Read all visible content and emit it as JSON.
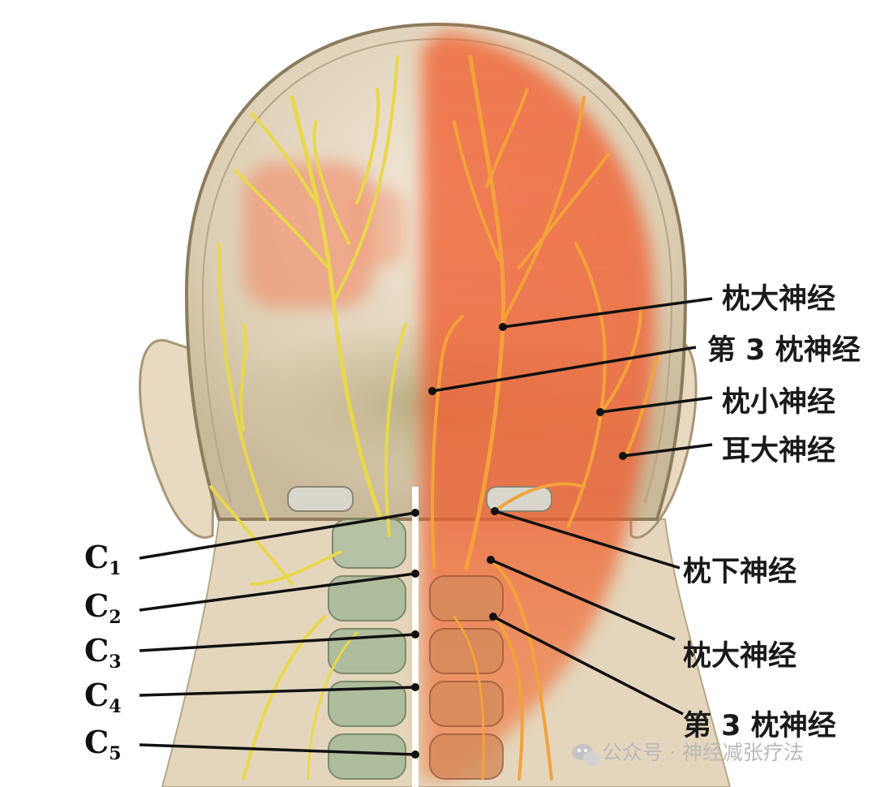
{
  "labels_right": [
    {
      "key": "greater_occipital_upper",
      "text": "枕大神经"
    },
    {
      "key": "third_occipital_upper",
      "text": "第 3 枕神经"
    },
    {
      "key": "lesser_occipital",
      "text": "枕小神经"
    },
    {
      "key": "great_auricular",
      "text": "耳大神经"
    },
    {
      "key": "suboccipital",
      "text": "枕下神经"
    },
    {
      "key": "greater_occipital_lower",
      "text": "枕大神经"
    },
    {
      "key": "third_occipital_lower",
      "text": "第 3 枕神经"
    }
  ],
  "labels_left": [
    {
      "key": "c1",
      "text": "C",
      "sub": "1"
    },
    {
      "key": "c2",
      "text": "C",
      "sub": "2"
    },
    {
      "key": "c3",
      "text": "C",
      "sub": "3"
    },
    {
      "key": "c4",
      "text": "C",
      "sub": "4"
    },
    {
      "key": "c5",
      "text": "C",
      "sub": "5"
    }
  ],
  "watermark": {
    "icon": "wechat-icon",
    "text": "公众号 · 神经减张疗法"
  },
  "colors": {
    "nerve_yellow": "#e8d84a",
    "nerve_orange": "#f3a23a",
    "highlight_red": "#ef5a2c",
    "skin": "#e9dcc6"
  }
}
